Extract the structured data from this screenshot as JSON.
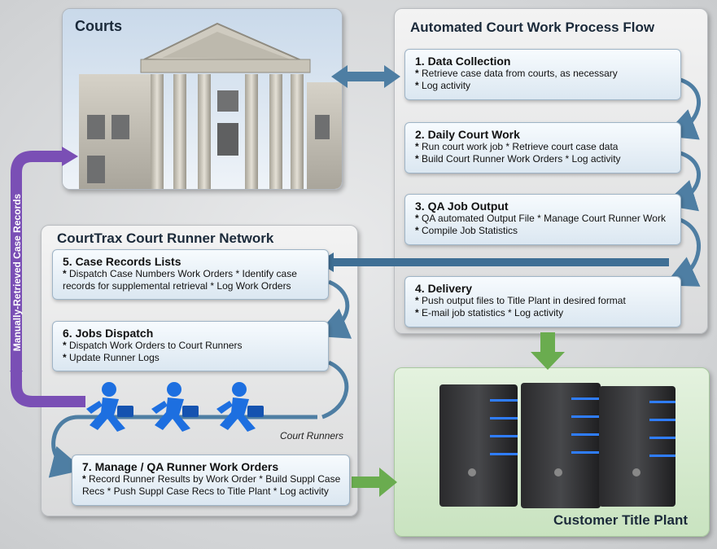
{
  "courts": {
    "title": "Courts"
  },
  "process": {
    "title": "Automated Court Work Process Flow",
    "steps": [
      {
        "title": "1. Data Collection",
        "lines": [
          "Retrieve case data from courts, as necessary",
          "Log activity"
        ]
      },
      {
        "title": "2. Daily Court Work",
        "lines": [
          "Run court work job * Retrieve court case data",
          "Build Court Runner Work Orders * Log activity"
        ]
      },
      {
        "title": "3. QA Job Output",
        "lines": [
          "QA automated Output File * Manage Court Runner Work",
          "Compile Job Statistics"
        ]
      },
      {
        "title": "4. Delivery",
        "lines": [
          "Push output files to Title Plant in desired format",
          "E-mail job statistics * Log activity"
        ]
      }
    ]
  },
  "network": {
    "title": "CourtTrax Court Runner Network",
    "steps": [
      {
        "title": "5. Case Records Lists",
        "lines": [
          "Dispatch Case Numbers Work Orders * Identify case",
          "records for supplemental retrieval * Log Work Orders"
        ]
      },
      {
        "title": "6. Jobs Dispatch",
        "lines": [
          "Dispatch Work Orders to Court Runners",
          "Update Runner Logs"
        ]
      },
      {
        "title": "7. Manage / QA Runner Work Orders",
        "lines": [
          "Record Runner Results by Work Order * Build Suppl Case",
          "Recs * Push Suppl Case Recs to Title Plant * Log activity"
        ]
      }
    ],
    "runners_label": "Court Runners"
  },
  "side_label": "Manually-Retrieved Case Records",
  "customer": {
    "title": "Customer Title Plant"
  },
  "colors": {
    "steel_arrow": "#4e7ea3",
    "green_arrow": "#6aac4f",
    "purple_arrow": "#7a4fb5",
    "runner": "#1d6fe0"
  },
  "icons": [
    "courthouse-photo",
    "runner-icon",
    "server-icon"
  ]
}
